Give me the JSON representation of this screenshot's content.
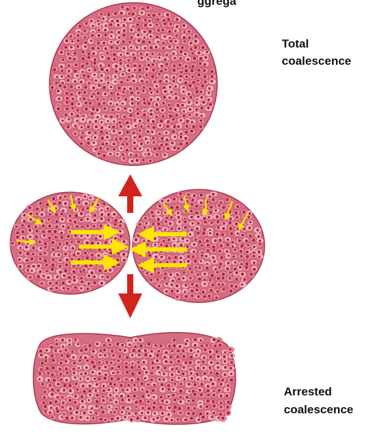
{
  "header_fragment": "ggrega",
  "outcomes": {
    "total": {
      "line1": "Total",
      "line2": "coalescence"
    },
    "arrested": {
      "line1": "Arrested",
      "line2": "coalescence"
    }
  },
  "colors": {
    "cell_fill": "#e58c9c",
    "cell_light": "#f1b3bd",
    "nucleus": "#b01f3f",
    "background_tissue": "#d66d80",
    "force_arrow": "#ffe600",
    "outcome_arrow": "#d3231d"
  },
  "icons": [
    "cell-aggregate",
    "force-arrow",
    "outcome-arrow"
  ]
}
